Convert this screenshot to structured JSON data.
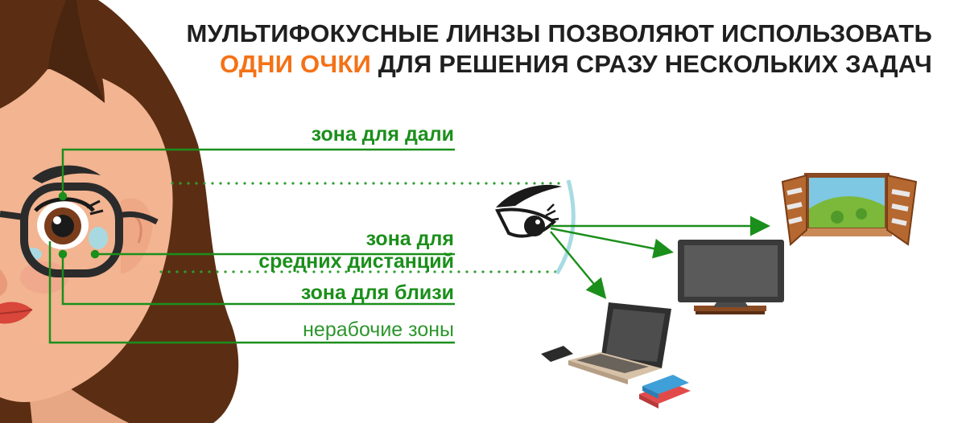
{
  "title": {
    "line1": "МУЛЬТИФОКУСНЫЕ ЛИНЗЫ ПОЗВОЛЯЮТ ИСПОЛЬЗОВАТЬ",
    "line2_accent": "ОДНИ ОЧКИ",
    "line2_rest": " ДЛЯ РЕШЕНИЯ СРАЗУ НЕСКОЛЬКИХ ЗАДАЧ"
  },
  "zones": {
    "far": "зона для дали",
    "mid_line1": "зона для",
    "mid_line2": "средних дистанций",
    "near": "зона для близи",
    "dead": "нерабочие зоны"
  },
  "colors": {
    "accent": "#f47216",
    "zone_green": "#1b8f1b",
    "hair": "#5b2e13",
    "skin": "#f2b491",
    "frame": "#2b2b2b"
  },
  "icons": [
    "woman-face-illustration",
    "eye-icon",
    "lens-icon",
    "window-icon",
    "tv-icon",
    "laptop-icon",
    "phone-icon",
    "books-icon"
  ]
}
